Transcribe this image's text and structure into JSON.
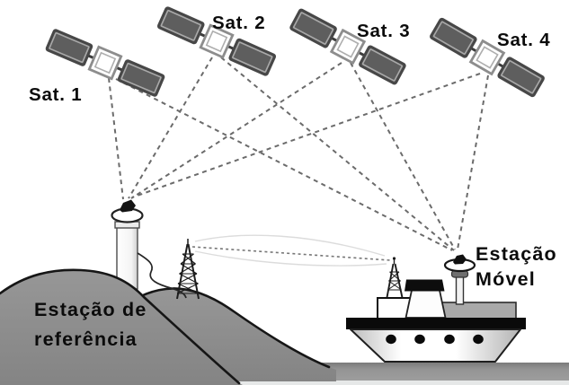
{
  "diagram": {
    "type": "dgps-satellite-positioning-illustration",
    "satellites": [
      {
        "id": "sat-1",
        "label": "Sat. 1"
      },
      {
        "id": "sat-2",
        "label": "Sat. 2"
      },
      {
        "id": "sat-3",
        "label": "Sat. 3"
      },
      {
        "id": "sat-4",
        "label": "Sat. 4"
      }
    ],
    "reference_station": {
      "label": [
        "Estação de",
        "referência"
      ]
    },
    "mobile_station": {
      "label": [
        "Estação",
        "Móvel"
      ]
    },
    "links": [
      {
        "from": "sat-1",
        "to": "reference-station",
        "style": "dashed"
      },
      {
        "from": "sat-2",
        "to": "reference-station",
        "style": "dashed"
      },
      {
        "from": "sat-3",
        "to": "reference-station",
        "style": "dashed"
      },
      {
        "from": "sat-4",
        "to": "reference-station",
        "style": "dashed"
      },
      {
        "from": "sat-1",
        "to": "mobile-station",
        "style": "dashed"
      },
      {
        "from": "sat-2",
        "to": "mobile-station",
        "style": "dashed"
      },
      {
        "from": "sat-3",
        "to": "mobile-station",
        "style": "dashed"
      },
      {
        "from": "sat-4",
        "to": "mobile-station",
        "style": "dashed"
      },
      {
        "from": "reference-station-radio-tower",
        "to": "mobile-station-mast",
        "style": "dashed"
      }
    ],
    "colors": {
      "background": "#ffffff",
      "hill": "#8b8b8b",
      "water": "#949494",
      "shore_strip": "#e6e8e8",
      "outline": "#161616",
      "satellite_panel": "#5e5e5e",
      "dashed_line": "#6b6b6b",
      "cabin_gray": "#a9a9a9",
      "text": "#0b0b0b"
    }
  }
}
